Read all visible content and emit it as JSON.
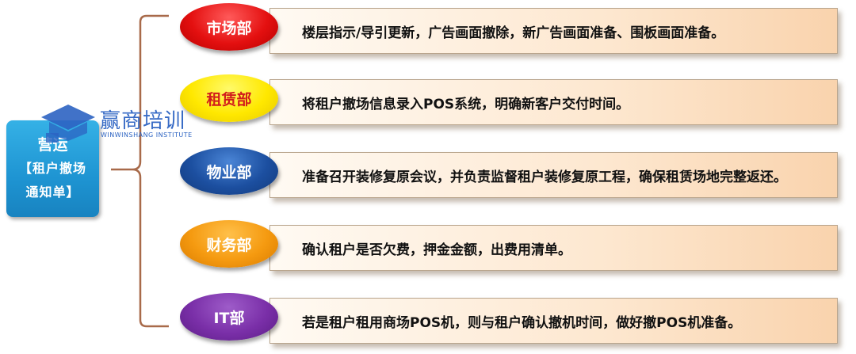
{
  "root": {
    "line1": "营运",
    "line2": "【租户撤场",
    "line3": "通知单】"
  },
  "watermark": {
    "name": "赢商培训",
    "sub": "WINWINSHANG INSTITUTE"
  },
  "departments": [
    {
      "name": "市场部",
      "color": "#e41010",
      "desc": "楼层指示/导引更新，广告画面撤除，新广告画面准备、围板画面准备。"
    },
    {
      "name": "租赁部",
      "color": "#ffe800",
      "desc": "将租户撤场信息录入POS系统，明确新客户交付时间。"
    },
    {
      "name": "物业部",
      "color": "#1c4fa0",
      "desc": "准备召开装修复原会议，并负责监督租户装修复原工程，确保租赁场地完整返还。"
    },
    {
      "name": "财务部",
      "color": "#f59a10",
      "desc": "确认租户是否欠费，押金金额，出费用清单。"
    },
    {
      "name": "IT部",
      "color": "#7a2fa8",
      "desc": "若是租户租用商场POS机，则与租户确认撤机时间，做好撤POS机准备。"
    }
  ]
}
